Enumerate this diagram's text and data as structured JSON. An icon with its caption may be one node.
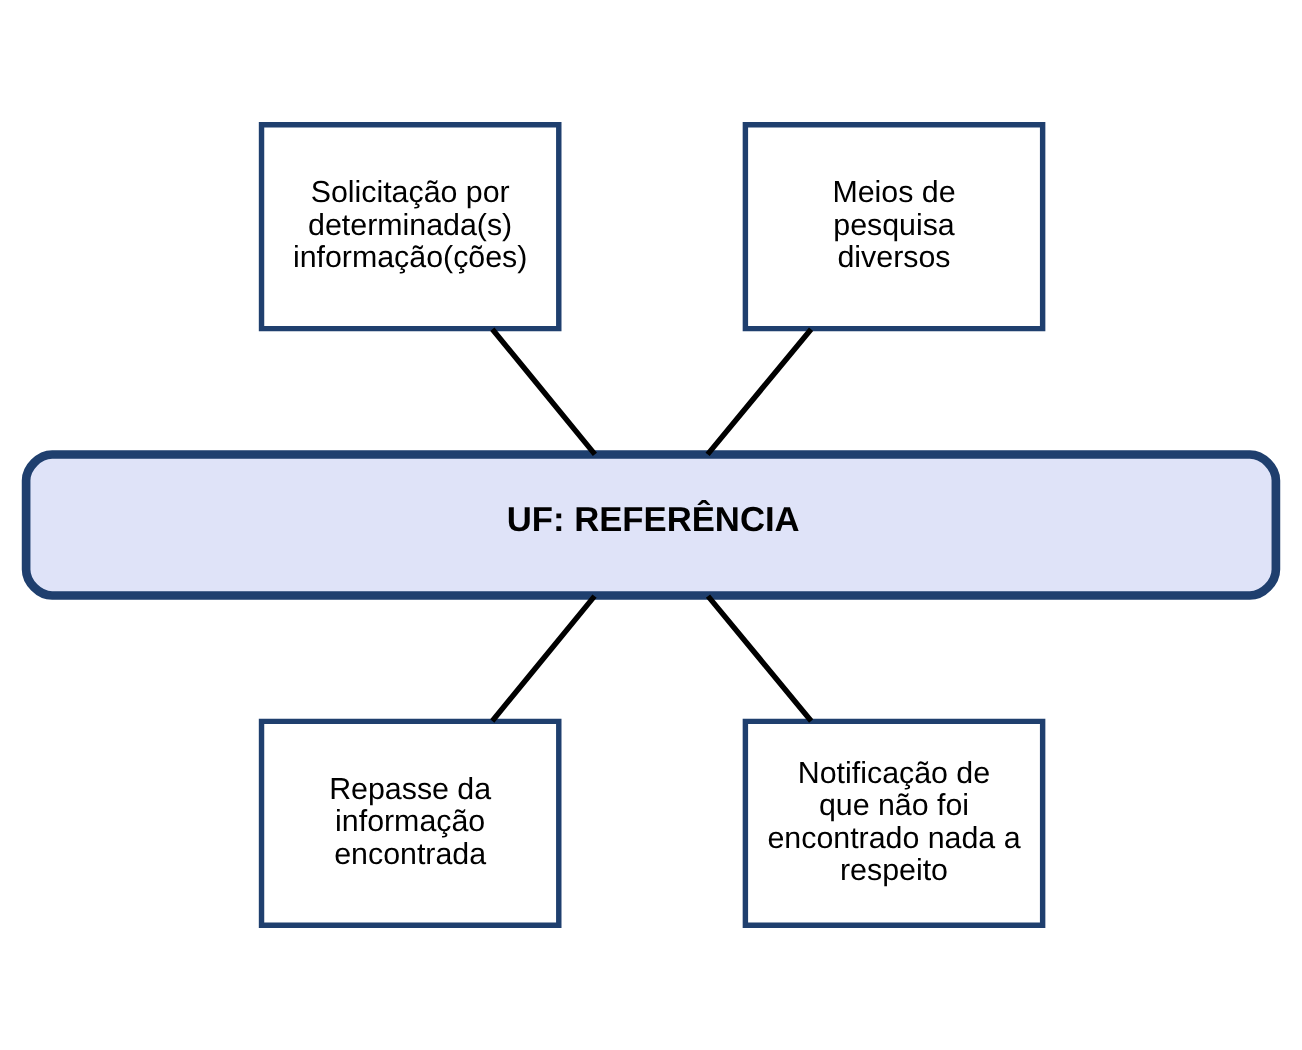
{
  "diagram": {
    "nodes": [
      {
        "text": [
          "Solicitação por determinada(s) informação(ções)"
        ]
      },
      {
        "text": [
          "Meios de pesquisa diversos"
        ]
      },
      {
        "text": [
          "UF: REFERÊNCIA"
        ]
      },
      {
        "text": [
          "Repasse da informação encontrada"
        ]
      },
      {
        "text": [
          "Notificação de que não foi encontrado nada a respeito"
        ]
      }
    ],
    "edges": [
      {
        "from": 0,
        "to": 2,
        "arrow": "none"
      },
      {
        "from": 1,
        "to": 2,
        "arrow": "none"
      },
      {
        "from": 2,
        "to": 3,
        "arrow": "none"
      },
      {
        "from": 2,
        "to": 4,
        "arrow": "none"
      }
    ]
  }
}
